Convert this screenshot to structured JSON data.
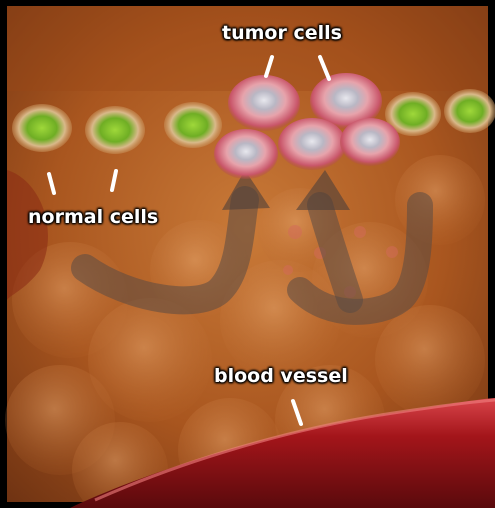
{
  "labels": {
    "tumor_cells": "tumor cells",
    "normal_cells": "normal cells",
    "blood_vessel": "blood vessel"
  },
  "colors": {
    "frame": "#000000",
    "tissue_background": "#b8632a",
    "normal_cell": "#7fbf2a",
    "tumor_cell": "#e8a0a8",
    "blood_vessel": "#a3151a",
    "label_text": "#ffffff"
  }
}
